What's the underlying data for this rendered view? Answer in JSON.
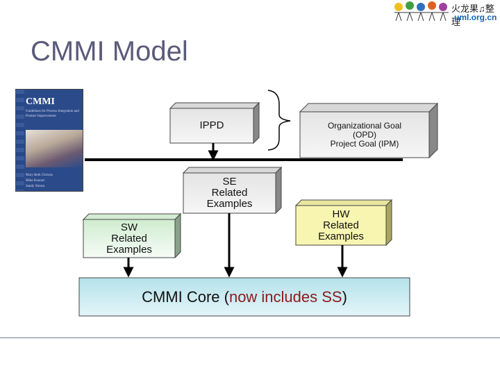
{
  "header": {
    "title": "CMMI Model"
  },
  "logo": {
    "line1": "火龙果♫整理",
    "line2": "uml.org.cn"
  },
  "book": {
    "title": "CMMI",
    "subtitle": "Guidelines for Process Integration and Product Improvement",
    "authors": [
      "Mary Beth Chrissis",
      "Mike Konrad",
      "Sandy Shrum"
    ]
  },
  "diagram": {
    "ippd": "IPPD",
    "org_goal": {
      "line1": "Organizational Goal",
      "line2": "(OPD)",
      "line3": "Project Goal (IPM)"
    },
    "se": {
      "line1": "SE",
      "line2": "Related",
      "line3": "Examples"
    },
    "sw": {
      "line1": "SW",
      "line2": "Related",
      "line3": "Examples"
    },
    "hw": {
      "line1": "HW",
      "line2": "Related",
      "line3": "Examples"
    },
    "core": {
      "prefix": "CMMI Core (",
      "highlight": "now includes SS",
      "suffix": ")"
    }
  },
  "colors": {
    "title": "#5a5a7a",
    "highlight": "#8b1a1a",
    "hw_fill": "#f7f5b0",
    "core_fill": "#b8e4ec",
    "sw_fill": "#d4eed4"
  }
}
